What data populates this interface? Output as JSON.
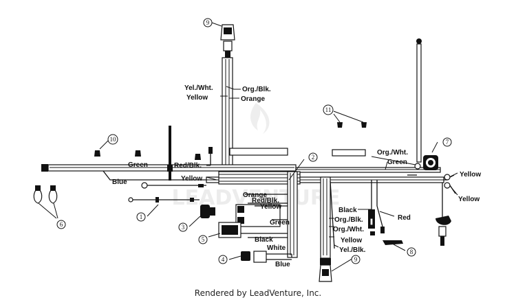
{
  "wire_labels": {
    "yel_wht": "Yel./Wht.",
    "org_blk_top": "Org./Blk.",
    "yellow_top": "Yellow",
    "orange_top": "Orange",
    "green_left": "Green",
    "blue_left": "Blue",
    "red_blk": "Red/Blk.",
    "yellow_mid": "Yellow",
    "orange_mid": "Orange",
    "red_blk_mid": "Red/Blk.",
    "yellow_mid2": "Yellow",
    "green_mid": "Green",
    "black_mid": "Black",
    "white_mid": "White",
    "blue_bottom": "Blue",
    "org_wht_right": "Org./Wht.",
    "green_right": "Green",
    "yellow_right1": "Yellow",
    "yellow_right2": "Yellow",
    "black_right": "Black",
    "org_blk_right": "Org./Blk.",
    "org_wht_right2": "Org./Wht.",
    "yellow_right3": "Yellow",
    "yel_blk": "Yel./Blk.",
    "red_right": "Red"
  },
  "callouts": [
    "1",
    "2",
    "3",
    "4",
    "5",
    "6",
    "7",
    "8",
    "9",
    "9",
    "10",
    "11"
  ],
  "watermark": "LEADVENTURE",
  "footer": "Rendered by LeadVenture, Inc."
}
